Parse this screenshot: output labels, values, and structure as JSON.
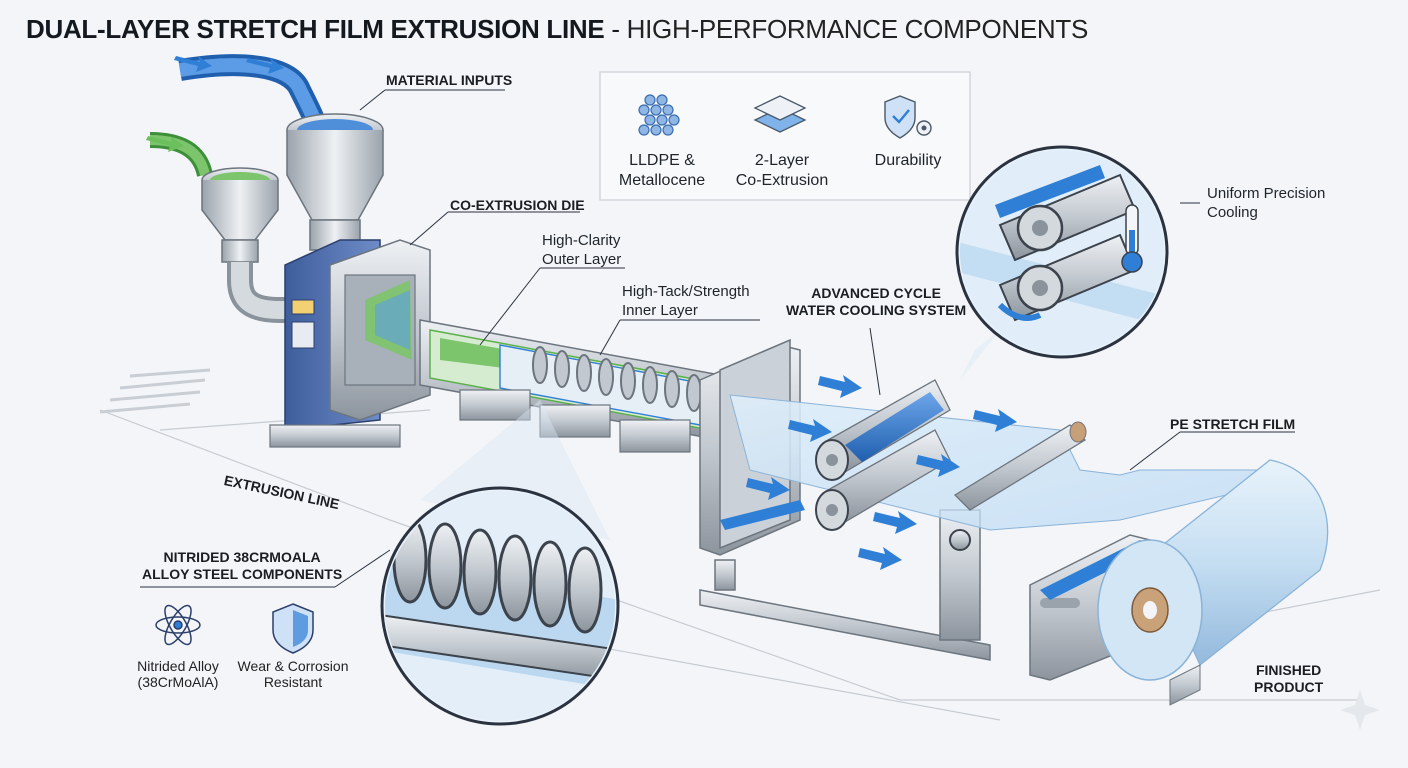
{
  "title": {
    "bold": "DUAL-LAYER STRETCH FILM EXTRUSION LINE",
    "separator": " - ",
    "light": "HIGH-PERFORMANCE COMPONENTS"
  },
  "labels": {
    "material_inputs": "MATERIAL INPUTS",
    "co_extrusion_die": "CO-EXTRUSION DIE",
    "outer_layer": "High-Clarity\nOuter Layer",
    "inner_layer": "High-Tack/Strength\nInner Layer",
    "cooling_system": "ADVANCED CYCLE\nWATER COOLING SYSTEM",
    "uniform_cooling": "Uniform Precision\nCooling",
    "pe_stretch_film": "PE STRETCH FILM",
    "extrusion_line": "EXTRUSION LINE",
    "nitrided_components": "NITRIDED 38CRMOALA\nALLOY STEEL COMPONENTS",
    "finished_product": "FINISHED\nPRODUCT"
  },
  "feature_box": {
    "items": [
      {
        "icon": "pellets-icon",
        "label": "LLDPE &\nMetallocene"
      },
      {
        "icon": "layers-icon",
        "label": "2-Layer\nCo-Extrusion"
      },
      {
        "icon": "shield-gear-icon",
        "label": "Durability"
      }
    ]
  },
  "material_features": [
    {
      "icon": "atom-icon",
      "label": "Nitrided Alloy\n(38CrMoAlA)"
    },
    {
      "icon": "shield-icon",
      "label": "Wear & Corrosion\nResistant"
    }
  ],
  "colors": {
    "blue": "#2f7fd6",
    "green": "#5bb04a",
    "steel": "#b9c0c8",
    "frame": "#4a6aa8"
  }
}
